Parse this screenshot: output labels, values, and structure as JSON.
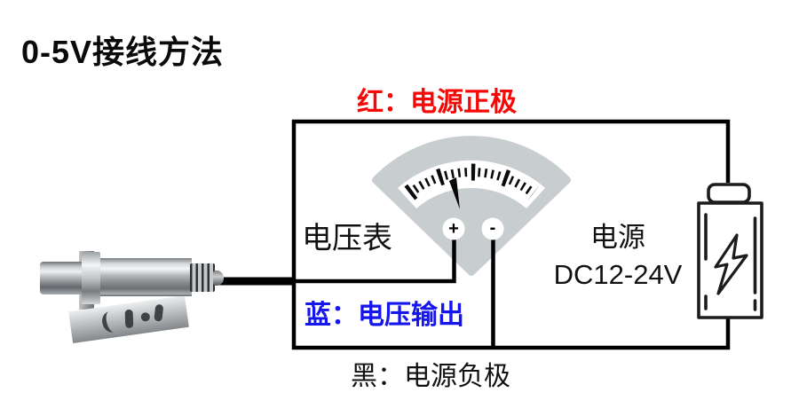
{
  "title": "0-5V接线方法",
  "labels": {
    "red_wire": "红：电源正极",
    "blue_wire": "蓝：电压输出",
    "black_wire": "黑：电源负极",
    "voltmeter": "电压表",
    "power_line1": "电源",
    "power_line2": "DC12-24V",
    "plus": "+",
    "minus": "-"
  },
  "colors": {
    "red": "#f80707",
    "blue": "#1515ee",
    "black": "#111111",
    "wire": "#000000",
    "gauge_gray": "#c8cdd0",
    "battery_stroke": "#1c1c1c"
  },
  "icons": {
    "voltmeter": "analog-gauge-icon",
    "battery": "battery-lightning-icon",
    "sensor": "cylindrical-sensor-photo",
    "plus_terminal": "plus-terminal-icon",
    "minus_terminal": "minus-terminal-icon"
  }
}
